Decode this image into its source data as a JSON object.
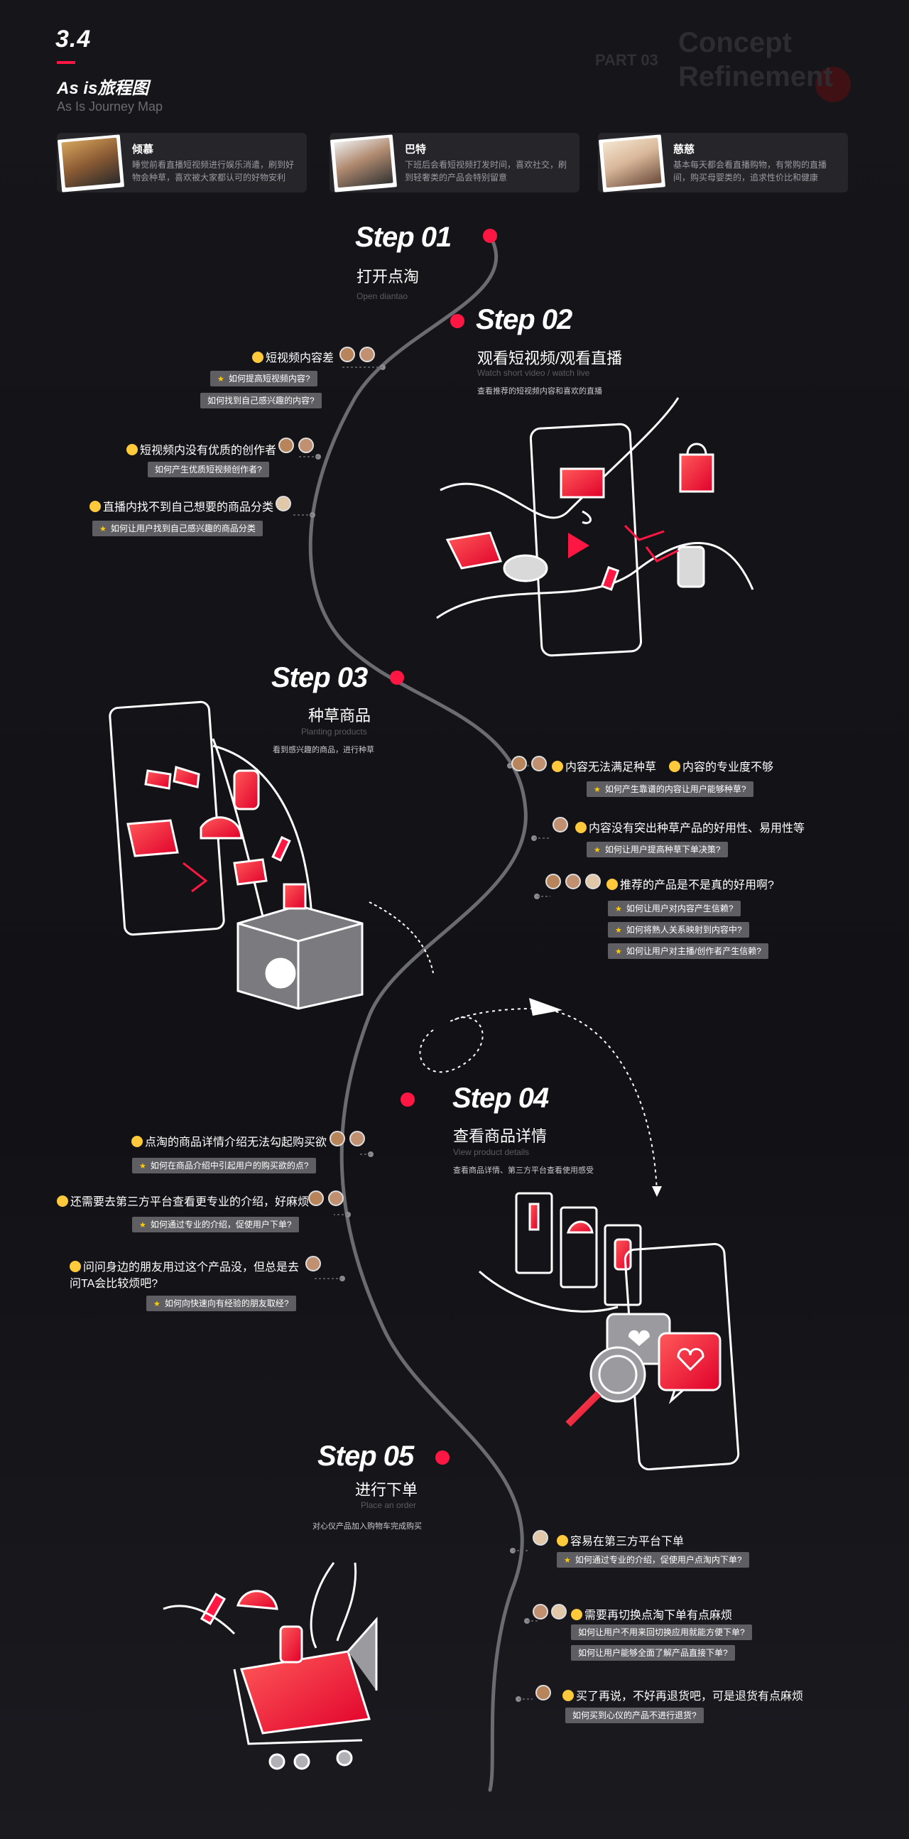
{
  "header": {
    "section_number": "3.4",
    "title": "As is旅程图",
    "subtitle": "As Is Journey Map",
    "part": "PART 03",
    "concept_line1": "Concept",
    "concept_line2": "Refinement"
  },
  "personas": [
    {
      "name": "倾慕",
      "desc": "睡觉前看直播短视频进行娱乐消遣，刷到好物会种草，喜欢被大家都认可的好物安利"
    },
    {
      "name": "巴特",
      "desc": "下班后会看短视频打发时间，喜欢社交，刷到轻奢类的产品会特别留意"
    },
    {
      "name": "慈慈",
      "desc": "基本每天都会看直播购物，有常购的直播间，购买母婴类的，追求性价比和健康"
    }
  ],
  "steps": [
    {
      "label": "Step 01",
      "cn": "打开点淘",
      "en": "Open diantao",
      "desc": ""
    },
    {
      "label": "Step 02",
      "cn": "观看短视频/观看直播",
      "en": "Watch short video / watch live",
      "desc": "查看推荐的短视频内容和喜欢的直播"
    },
    {
      "label": "Step 03",
      "cn": "种草商品",
      "en": "Planting products",
      "desc": "看到感兴趣的商品，进行种草"
    },
    {
      "label": "Step 04",
      "cn": "查看商品详情",
      "en": "View product details",
      "desc": "查看商品详情、第三方平台查看使用感受"
    },
    {
      "label": "Step 05",
      "cn": "进行下单",
      "en": "Place an order",
      "desc": "对心仪产品加入购物车完成购买"
    }
  ],
  "pains": {
    "p1": {
      "text": "短视频内容差",
      "tags": [
        "如何提高短视频内容?",
        "如何找到自己感兴趣的内容?"
      ]
    },
    "p2": {
      "text": "短视频内没有优质的创作者",
      "tags": [
        "如何产生优质短视频创作者?"
      ]
    },
    "p3": {
      "text": "直播内找不到自己想要的商品分类",
      "tags": [
        "如何让用户找到自己感兴趣的商品分类"
      ]
    },
    "p4": {
      "text": "内容无法满足种草",
      "text2": "内容的专业度不够",
      "tags": [
        "如何产生靠谱的内容让用户能够种草?"
      ]
    },
    "p5": {
      "text": "内容没有突出种草产品的好用性、易用性等",
      "tags": [
        "如何让用户提高种草下单决策?"
      ]
    },
    "p6": {
      "text": "推荐的产品是不是真的好用啊?",
      "tags": [
        "如何让用户对内容产生信赖?",
        "如何将熟人关系映射到内容中?",
        "如何让用户对主播/创作者产生信赖?"
      ]
    },
    "p7": {
      "text": "点淘的商品详情介绍无法勾起购买欲",
      "tags": [
        "如何在商品介绍中引起用户的购买欲的点?"
      ]
    },
    "p8": {
      "text": "还需要去第三方平台查看更专业的介绍，好麻烦",
      "tags": [
        "如何通过专业的介绍，促使用户下单?"
      ]
    },
    "p9": {
      "text": "问问身边的朋友用过这个产品没，但总是去",
      "text2": "问TA会比较烦吧?",
      "tags": [
        "如何向快速向有经验的朋友取经?"
      ]
    },
    "p10": {
      "text": "容易在第三方平台下单",
      "tags": [
        "如何通过专业的介绍，促使用户点淘内下单?"
      ]
    },
    "p11": {
      "text": "需要再切换点淘下单有点麻烦",
      "tags": [
        "如何让用户不用来回切换应用就能方便下单?",
        "如何让用户能够全面了解产品直接下单?"
      ]
    },
    "p12": {
      "text": "买了再说，不好再退货吧，可是退货有点麻烦",
      "tags": [
        "如何买到心仪的产品不进行退货?"
      ]
    }
  },
  "colors": {
    "accent": "#ff1744",
    "tag_bg": "#5e5e63",
    "path": "#6b6b72"
  }
}
